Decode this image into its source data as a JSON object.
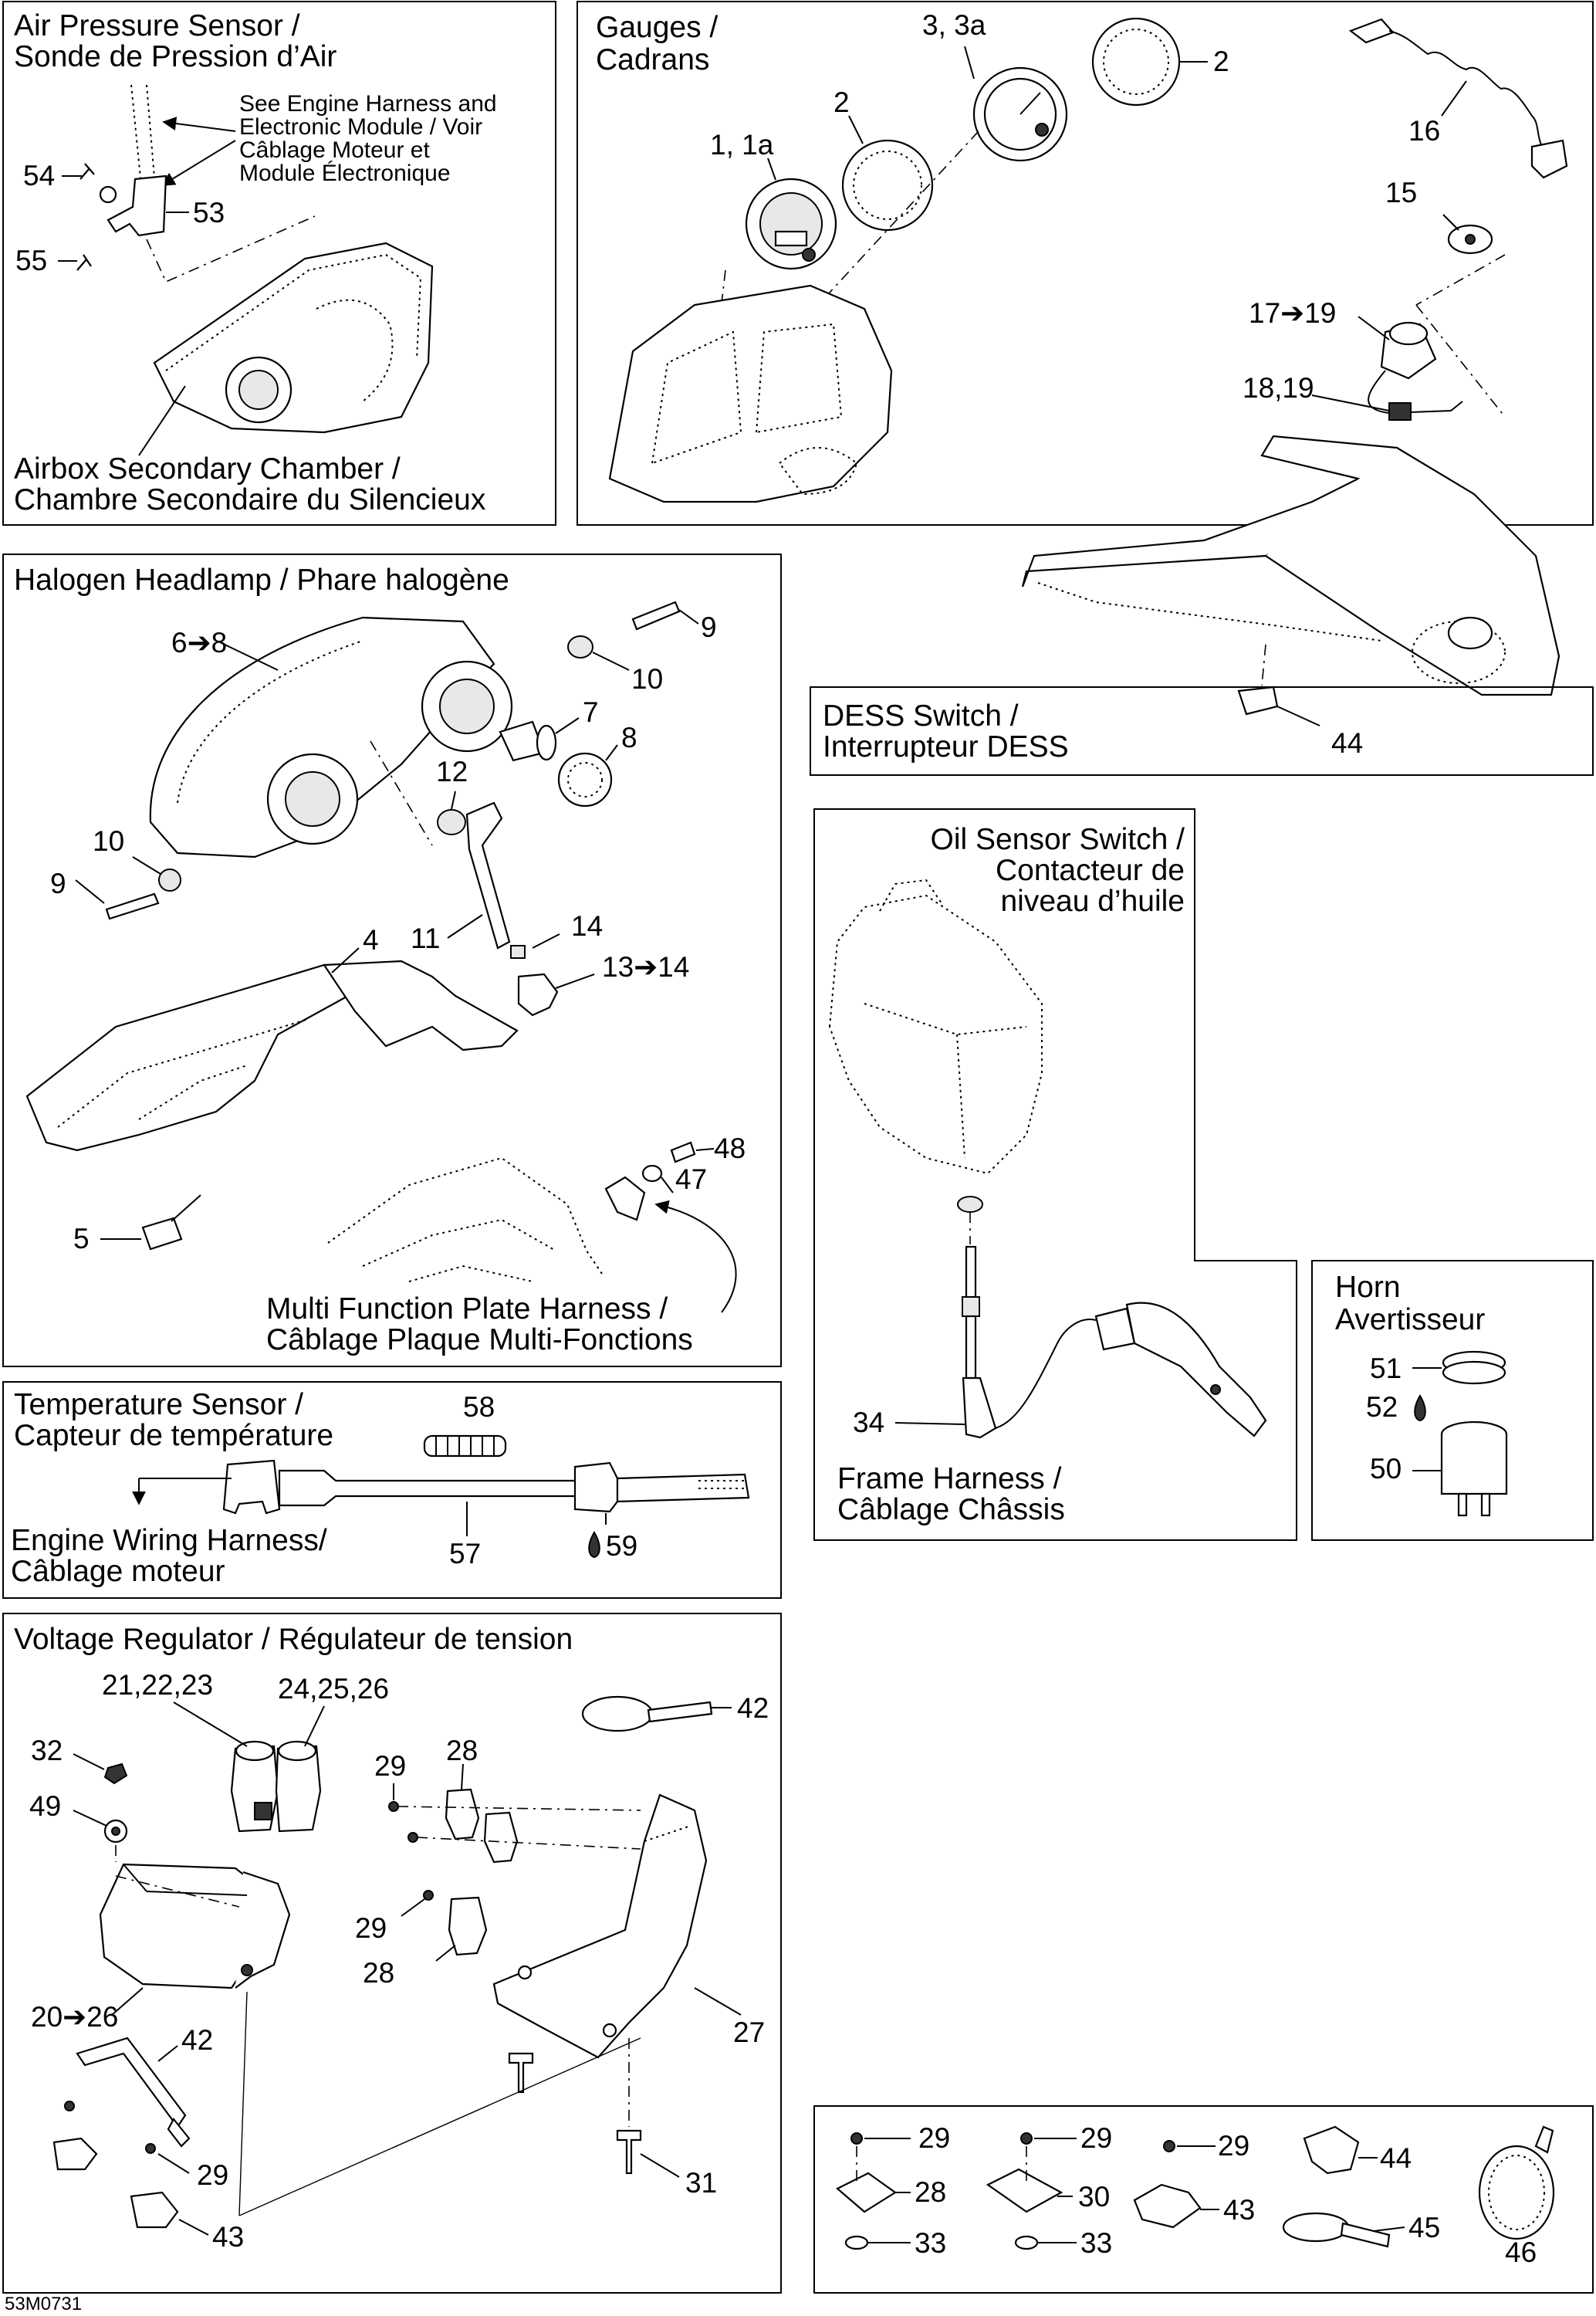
{
  "diagram_code": "53M0731",
  "panels": {
    "air_pressure": {
      "title_line1": "Air Pressure Sensor /",
      "title_line2": "Sonde de Pression d’Air",
      "note_line1": "See Engine Harness and",
      "note_line2": "Electronic Module / Voir",
      "note_line3": "Câblage Moteur et",
      "note_line4": "Module Électronique",
      "sub_line1": "Airbox Secondary Chamber /",
      "sub_line2": "Chambre Secondaire du Silencieux",
      "parts": [
        "54",
        "53",
        "55"
      ]
    },
    "gauges": {
      "title_line1": "Gauges /",
      "title_line2": "Cadrans",
      "sub_line1": "DESS Switch /",
      "sub_line2": "Interrupteur DESS",
      "parts": [
        "3, 3a",
        "2",
        "2",
        "1, 1a",
        "16",
        "15",
        "17➔19",
        "18,19",
        "44"
      ]
    },
    "headlamp": {
      "title": "Halogen Headlamp / Phare halogène",
      "sub_line1": "Multi Function Plate Harness /",
      "sub_line2": "Câblage Plaque Multi-Fonctions",
      "parts": [
        "6➔8",
        "9",
        "10",
        "7",
        "8",
        "12",
        "10",
        "9",
        "11",
        "14",
        "4",
        "13➔14",
        "48",
        "47",
        "5"
      ]
    },
    "oil": {
      "title_line1": "Oil Sensor Switch /",
      "title_line2": "Contacteur de",
      "title_line3": "niveau d’huile",
      "sub_line1": "Frame Harness /",
      "sub_line2": "Câblage Châssis",
      "parts": [
        "34"
      ]
    },
    "horn": {
      "title_line1": "Horn",
      "title_line2": "Avertisseur",
      "parts": [
        "51",
        "52",
        "50"
      ]
    },
    "temperature": {
      "title_line1": "Temperature Sensor /",
      "title_line2": "Capteur de température",
      "sub_line1": "Engine Wiring Harness/",
      "sub_line2": "Câblage moteur",
      "parts": [
        "58",
        "57",
        "59"
      ]
    },
    "voltage": {
      "title": "Voltage Regulator / Régulateur de tension",
      "parts": [
        "21,22,23",
        "24,25,26",
        "42",
        "32",
        "29",
        "28",
        "49",
        "29",
        "28",
        "20➔26",
        "27",
        "42",
        "31",
        "29",
        "43"
      ]
    },
    "hardware": {
      "parts": [
        "29",
        "28",
        "33",
        "29",
        "30",
        "33",
        "29",
        "43",
        "44",
        "45",
        "46"
      ]
    }
  }
}
